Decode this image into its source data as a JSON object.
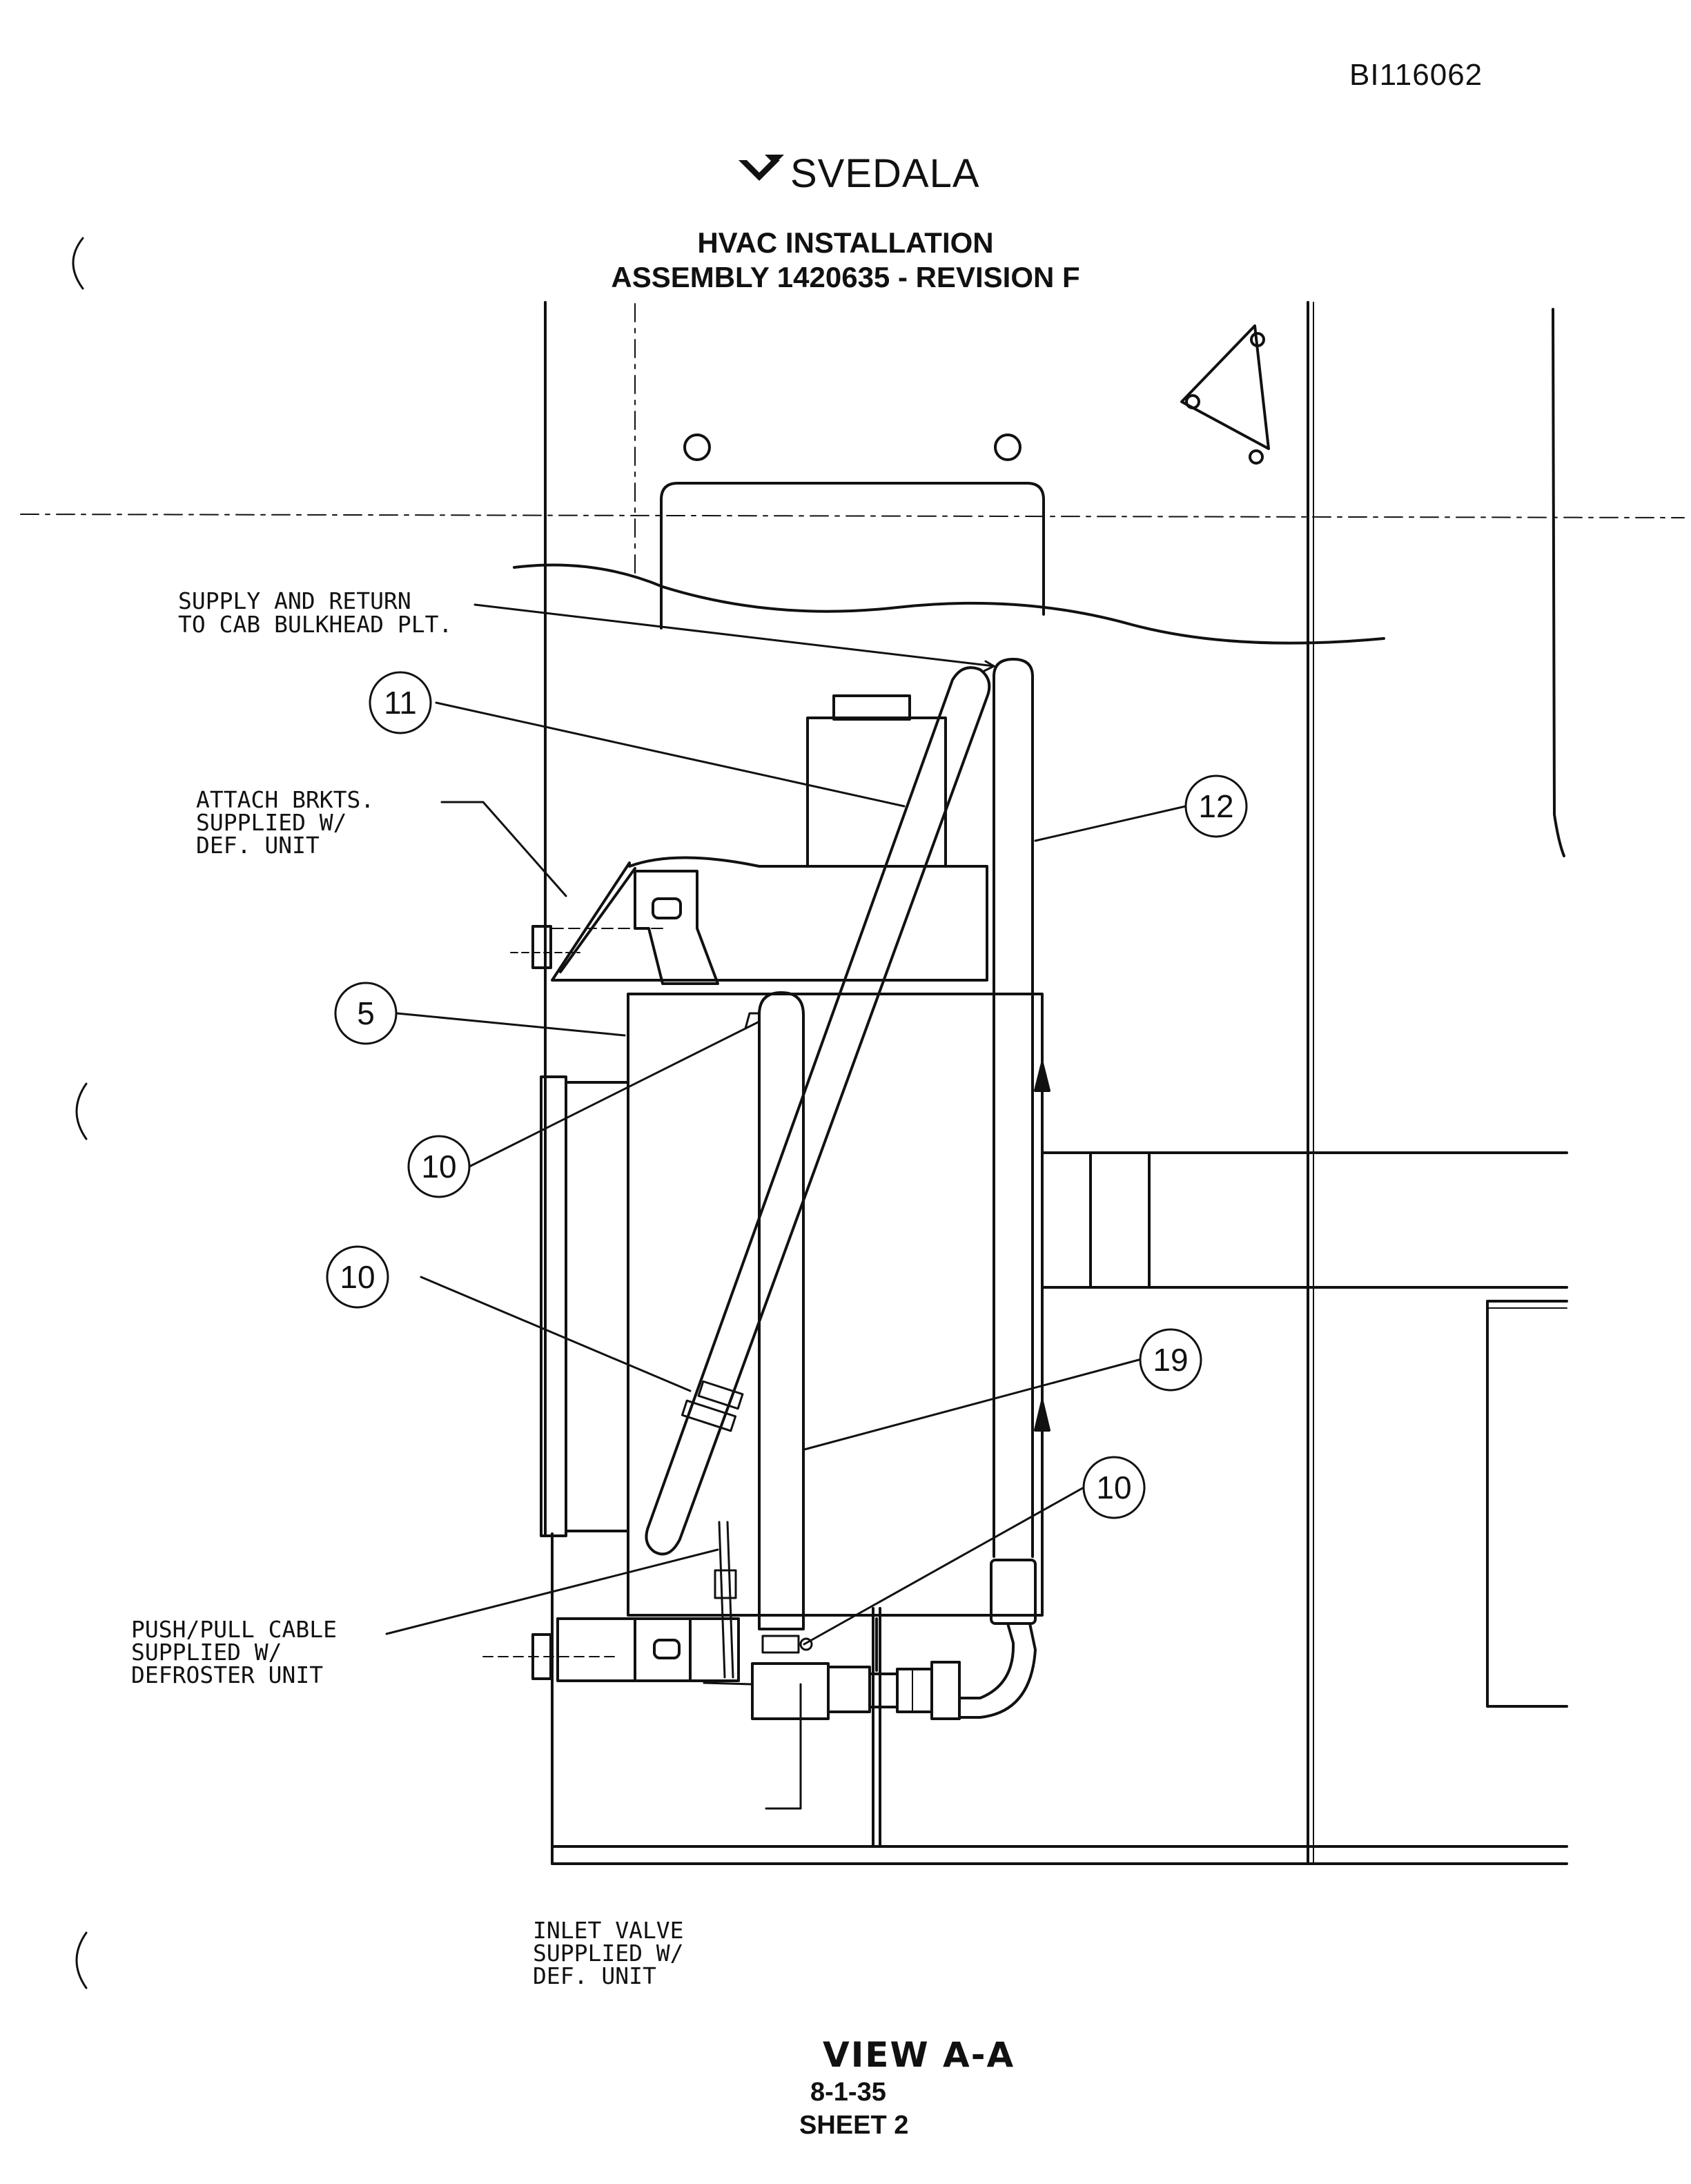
{
  "header": {
    "doc_id": "BI116062",
    "brand": "SVEDALA",
    "title_line1": "HVAC INSTALLATION",
    "title_line2": "ASSEMBLY 1420635 - REVISION F"
  },
  "callouts": {
    "supply_return_1": "SUPPLY AND RETURN",
    "supply_return_2": "TO CAB BULKHEAD PLT.",
    "attach_1": "ATTACH BRKTS.",
    "attach_2": "SUPPLIED W/",
    "attach_3": "DEF. UNIT",
    "push_pull_1": "PUSH/PULL CABLE",
    "push_pull_2": "SUPPLIED W/",
    "push_pull_3": "DEFROSTER UNIT",
    "inlet_1": "INLET VALVE",
    "inlet_2": "SUPPLIED W/",
    "inlet_3": "DEF. UNIT"
  },
  "balloons": {
    "b11": "11",
    "b12": "12",
    "b5": "5",
    "b10a": "10",
    "b10b": "10",
    "b19": "19",
    "b10c": "10"
  },
  "footer": {
    "view": "VIEW A-A",
    "page_ref": "8-1-35",
    "sheet": "SHEET 2"
  },
  "colors": {
    "ink": "#111111",
    "paper": "#ffffff"
  }
}
